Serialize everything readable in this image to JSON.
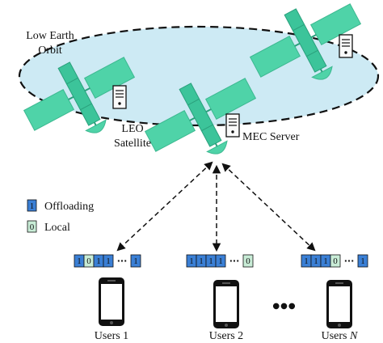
{
  "orbit_label": [
    "Low Earth",
    "Orbit"
  ],
  "satellite_label": [
    "LEO",
    "Satellite"
  ],
  "server_label": "MEC Server",
  "legend": [
    {
      "bit": "1",
      "label": "Offloading",
      "color": "#3a7fd5"
    },
    {
      "bit": "0",
      "label": "Local",
      "color": "#c8ecd6"
    }
  ],
  "colors": {
    "orbit_fill": "#cdeaf4",
    "satellite_panel": "#4fd3a8",
    "satellite_body": "#3cc49a",
    "offload_cell": "#3a7fd5",
    "local_cell": "#c8ecd6"
  },
  "users": [
    {
      "name": "Users 1",
      "prefix": [
        "1",
        "0",
        "1",
        "1"
      ],
      "suffix": "1",
      "ellipsis": "···"
    },
    {
      "name": "Users 2",
      "prefix": [
        "1",
        "1",
        "1",
        "1"
      ],
      "suffix": "0",
      "ellipsis": "···"
    },
    {
      "name": "Users ",
      "name_italic": "N",
      "prefix": [
        "1",
        "1",
        "1",
        "0"
      ],
      "suffix": "1",
      "ellipsis": "···"
    }
  ],
  "between_users": "●●●"
}
